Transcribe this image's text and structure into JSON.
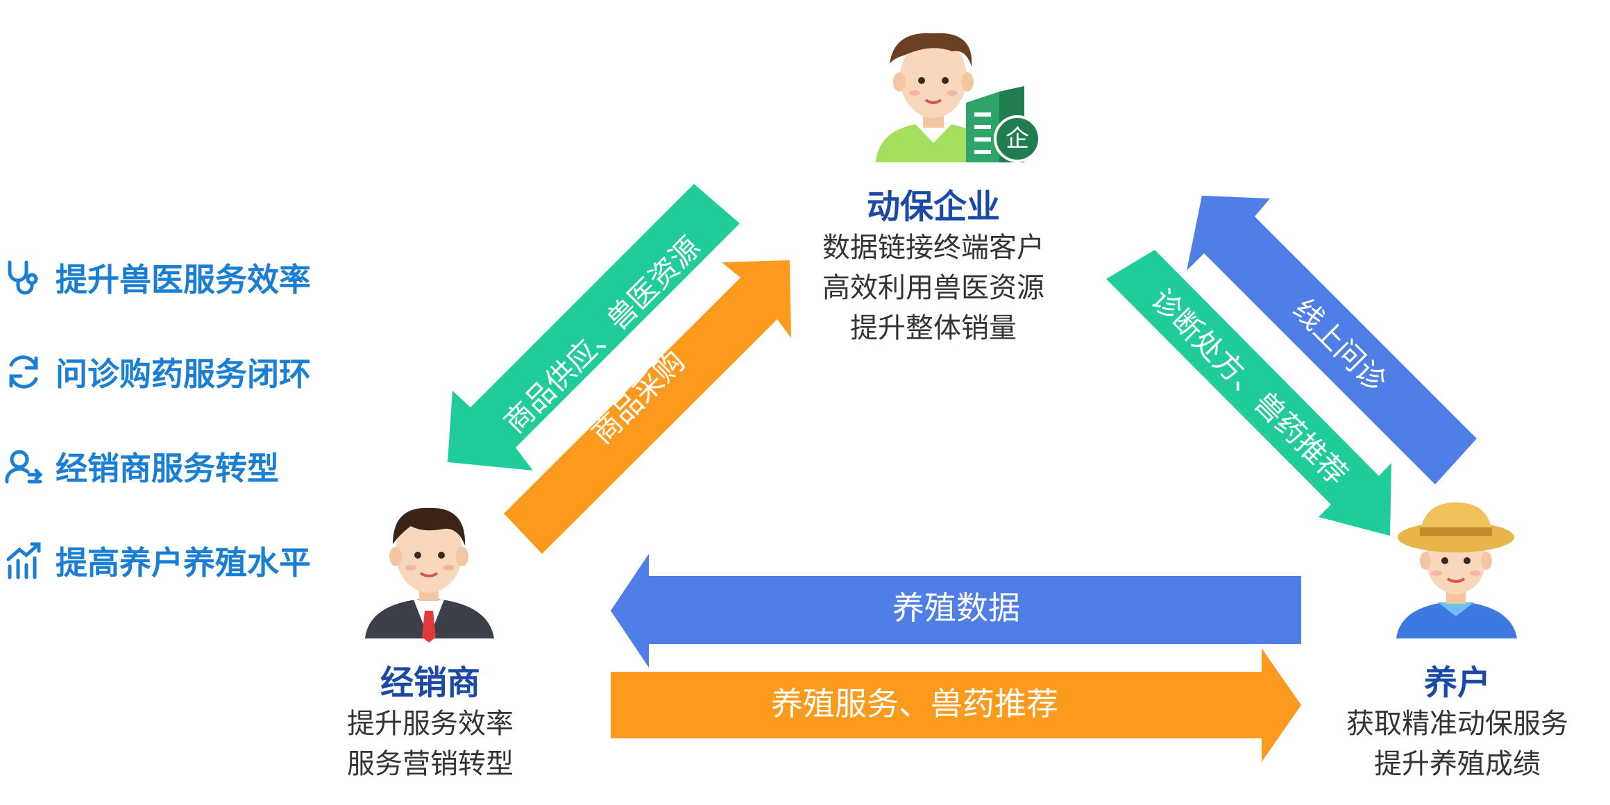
{
  "benefits": [
    {
      "icon": "stethoscope-icon",
      "label": "提升兽医服务效率"
    },
    {
      "icon": "refresh-cycle-icon",
      "label": "问诊购药服务闭环"
    },
    {
      "icon": "user-transfer-icon",
      "label": "经销商服务转型"
    },
    {
      "icon": "growth-chart-icon",
      "label": "提高养户养殖水平"
    }
  ],
  "parties": {
    "enterprise": {
      "title": "动保企业",
      "lines": [
        "数据链接终端客户",
        "高效利用兽医资源",
        "提升整体销量"
      ],
      "badge": "企"
    },
    "dealer": {
      "title": "经销商",
      "lines": [
        "提升服务效率",
        "服务营销转型"
      ]
    },
    "farmer": {
      "title": "养户",
      "lines": [
        "获取精准动保服务",
        "提升养殖成绩"
      ]
    }
  },
  "flows": {
    "enterprise_to_dealer": "商品供应、兽医资源",
    "dealer_to_enterprise": "商品采购",
    "enterprise_to_farmer": "诊断处方、兽药推荐",
    "farmer_to_enterprise": "线上问诊",
    "farmer_to_dealer": "养殖数据",
    "dealer_to_farmer": "养殖服务、兽药推荐"
  },
  "colors": {
    "green": "#1fcc9a",
    "orange": "#fc9a1e",
    "blue": "#4f7fe6",
    "title_blue": "#1a49a6",
    "benefit_blue": "#1a7fd4"
  }
}
